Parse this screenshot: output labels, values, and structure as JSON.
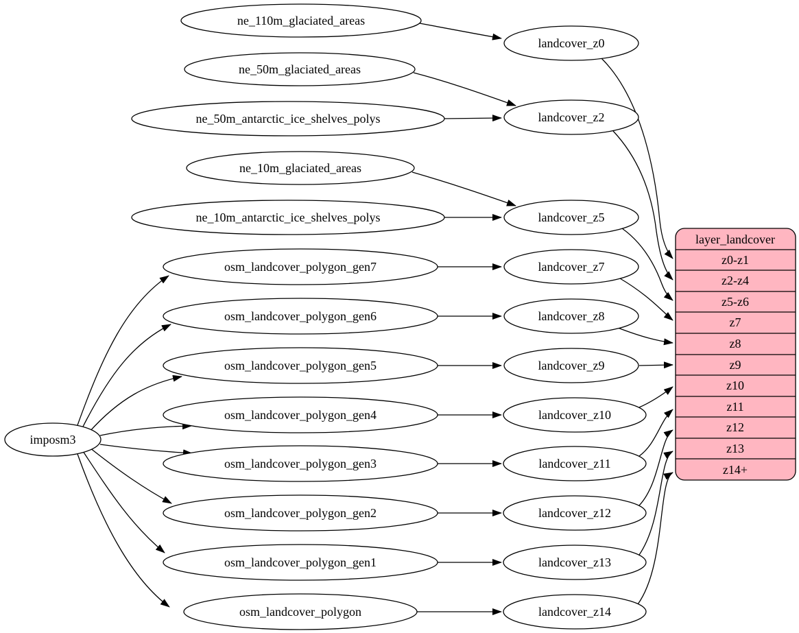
{
  "nodes": {
    "imposm3": "imposm3",
    "ne_110m_glaciated_areas": "ne_110m_glaciated_areas",
    "ne_50m_glaciated_areas": "ne_50m_glaciated_areas",
    "ne_50m_antarctic_ice_shelves_polys": "ne_50m_antarctic_ice_shelves_polys",
    "ne_10m_glaciated_areas": "ne_10m_glaciated_areas",
    "ne_10m_antarctic_ice_shelves_polys": "ne_10m_antarctic_ice_shelves_polys",
    "osm_landcover_polygon_gen7": "osm_landcover_polygon_gen7",
    "osm_landcover_polygon_gen6": "osm_landcover_polygon_gen6",
    "osm_landcover_polygon_gen5": "osm_landcover_polygon_gen5",
    "osm_landcover_polygon_gen4": "osm_landcover_polygon_gen4",
    "osm_landcover_polygon_gen3": "osm_landcover_polygon_gen3",
    "osm_landcover_polygon_gen2": "osm_landcover_polygon_gen2",
    "osm_landcover_polygon_gen1": "osm_landcover_polygon_gen1",
    "osm_landcover_polygon": "osm_landcover_polygon",
    "landcover_z0": "landcover_z0",
    "landcover_z2": "landcover_z2",
    "landcover_z5": "landcover_z5",
    "landcover_z7": "landcover_z7",
    "landcover_z8": "landcover_z8",
    "landcover_z9": "landcover_z9",
    "landcover_z10": "landcover_z10",
    "landcover_z11": "landcover_z11",
    "landcover_z12": "landcover_z12",
    "landcover_z13": "landcover_z13",
    "landcover_z14": "landcover_z14"
  },
  "table": {
    "title": "layer_landcover",
    "rows": [
      "z0-z1",
      "z2-z4",
      "z5-z6",
      "z7",
      "z8",
      "z9",
      "z10",
      "z11",
      "z12",
      "z13",
      "z14+"
    ]
  },
  "edges": [
    {
      "from": "imposm3",
      "to": "osm_landcover_polygon_gen7"
    },
    {
      "from": "imposm3",
      "to": "osm_landcover_polygon_gen6"
    },
    {
      "from": "imposm3",
      "to": "osm_landcover_polygon_gen5"
    },
    {
      "from": "imposm3",
      "to": "osm_landcover_polygon_gen4"
    },
    {
      "from": "imposm3",
      "to": "osm_landcover_polygon_gen3"
    },
    {
      "from": "imposm3",
      "to": "osm_landcover_polygon_gen2"
    },
    {
      "from": "imposm3",
      "to": "osm_landcover_polygon_gen1"
    },
    {
      "from": "imposm3",
      "to": "osm_landcover_polygon"
    },
    {
      "from": "ne_110m_glaciated_areas",
      "to": "landcover_z0"
    },
    {
      "from": "ne_50m_glaciated_areas",
      "to": "landcover_z2"
    },
    {
      "from": "ne_50m_antarctic_ice_shelves_polys",
      "to": "landcover_z2"
    },
    {
      "from": "ne_10m_glaciated_areas",
      "to": "landcover_z5"
    },
    {
      "from": "ne_10m_antarctic_ice_shelves_polys",
      "to": "landcover_z5"
    },
    {
      "from": "osm_landcover_polygon_gen7",
      "to": "landcover_z7"
    },
    {
      "from": "osm_landcover_polygon_gen6",
      "to": "landcover_z8"
    },
    {
      "from": "osm_landcover_polygon_gen5",
      "to": "landcover_z9"
    },
    {
      "from": "osm_landcover_polygon_gen4",
      "to": "landcover_z10"
    },
    {
      "from": "osm_landcover_polygon_gen3",
      "to": "landcover_z11"
    },
    {
      "from": "osm_landcover_polygon_gen2",
      "to": "landcover_z12"
    },
    {
      "from": "osm_landcover_polygon_gen1",
      "to": "landcover_z13"
    },
    {
      "from": "osm_landcover_polygon",
      "to": "landcover_z14"
    },
    {
      "from": "landcover_z0",
      "to": "layer_landcover:z0-z1"
    },
    {
      "from": "landcover_z2",
      "to": "layer_landcover:z2-z4"
    },
    {
      "from": "landcover_z5",
      "to": "layer_landcover:z5-z6"
    },
    {
      "from": "landcover_z7",
      "to": "layer_landcover:z7"
    },
    {
      "from": "landcover_z8",
      "to": "layer_landcover:z8"
    },
    {
      "from": "landcover_z9",
      "to": "layer_landcover:z9"
    },
    {
      "from": "landcover_z10",
      "to": "layer_landcover:z10"
    },
    {
      "from": "landcover_z11",
      "to": "layer_landcover:z11"
    },
    {
      "from": "landcover_z12",
      "to": "layer_landcover:z12"
    },
    {
      "from": "landcover_z13",
      "to": "layer_landcover:z13"
    },
    {
      "from": "landcover_z14",
      "to": "layer_landcover:z14+"
    }
  ],
  "colors": {
    "table_fill": "#ffb6c1",
    "node_fill": "#ffffff",
    "stroke": "#000000"
  }
}
